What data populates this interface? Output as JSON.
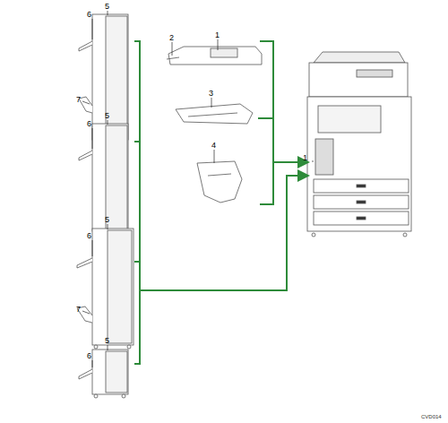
{
  "diagram": {
    "labels": [
      "5",
      "6",
      "7",
      "2",
      "1",
      "3",
      "4",
      "1",
      "5",
      "6",
      "5",
      "6",
      "7",
      "5",
      "6",
      "CVD014"
    ]
  }
}
